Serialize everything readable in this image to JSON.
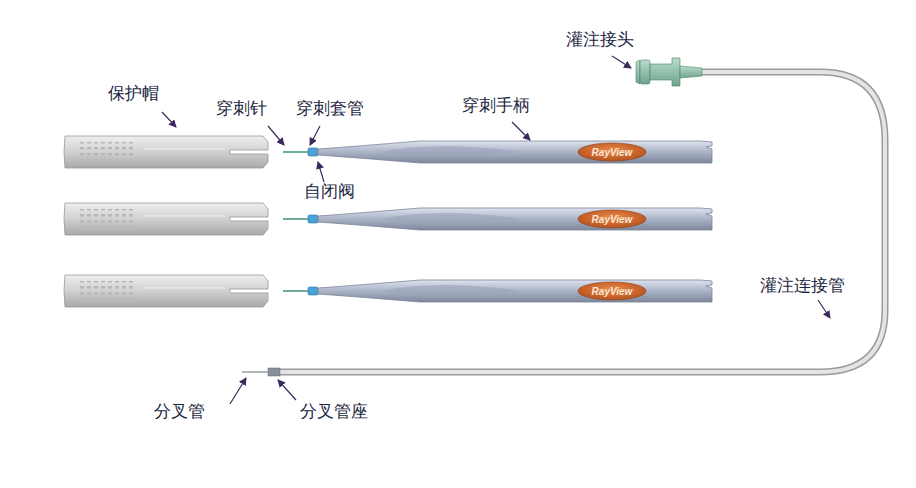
{
  "diagram": {
    "labels": [
      "保护帽",
      "穿刺针",
      "穿刺套管",
      "自闭阀",
      "穿刺手柄",
      "灌注接头",
      "灌注连接管",
      "分叉管",
      "分叉管座",
      "RayView",
      "RayView",
      "RayView"
    ]
  }
}
